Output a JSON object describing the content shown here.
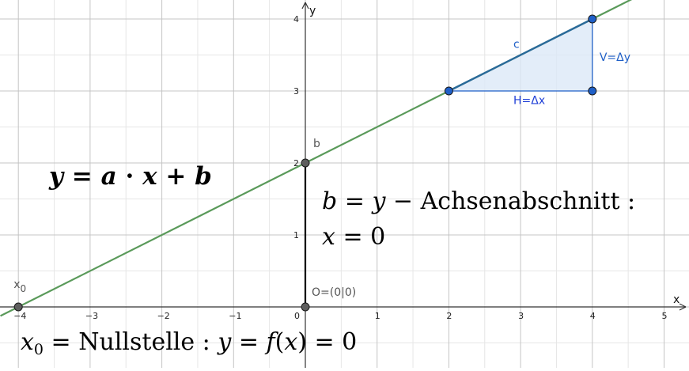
{
  "axes": {
    "x_label": "x",
    "y_label": "y",
    "x_ticks": [
      "-4",
      "-3",
      "-2",
      "-1",
      "0",
      "1",
      "2",
      "3",
      "4",
      "5"
    ],
    "y_ticks": [
      "1",
      "2",
      "3",
      "4"
    ],
    "x_range": [
      -4.25,
      5.35
    ],
    "y_range": [
      -0.85,
      4.3
    ],
    "grid": true
  },
  "line": {
    "slope": 0.5,
    "intercept": 2,
    "color": "#5a9a5a"
  },
  "points": {
    "x0": {
      "x": -4,
      "y": 0,
      "label": "x",
      "sub": "0"
    },
    "b": {
      "x": 0,
      "y": 2,
      "label": "b"
    },
    "origin": {
      "x": 0,
      "y": 0,
      "label": "O=(0|0)"
    },
    "p1": {
      "x": 2,
      "y": 3
    },
    "p2": {
      "x": 4,
      "y": 4
    },
    "p3": {
      "x": 4,
      "y": 3
    }
  },
  "triangle": {
    "hyp_label": "c",
    "horizontal_label": "H=Δx",
    "vertical_label": "V=Δy",
    "fill": "#dce9f7",
    "stroke": "#1f5fc7"
  },
  "formulas": {
    "equation": {
      "y": "y",
      "eq": " = ",
      "a": "a",
      "dot": " · ",
      "x": "x",
      "plus": " + ",
      "b": "b"
    },
    "b_line1": {
      "b": "b",
      "eq": " = ",
      "y": "y",
      "rest": " − Achsenabschnitt  :"
    },
    "b_line2": {
      "x": "x",
      "rest": " = 0"
    },
    "x0_line": {
      "x": "x",
      "sub": "0",
      "eq": " = ",
      "word": " Nullstelle  : ",
      "y": "y",
      "eq2": " = ",
      "f": "f",
      "open": "(",
      "x2": "x",
      "close": ")",
      "rest": " = 0"
    }
  }
}
